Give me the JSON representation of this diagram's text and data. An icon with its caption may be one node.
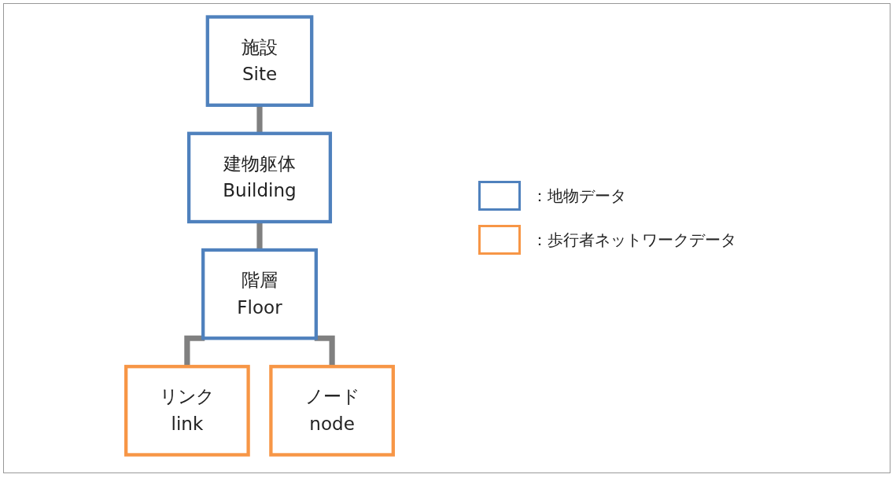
{
  "diagram": {
    "nodes": [
      {
        "text": [
          "施設",
          "Site"
        ]
      },
      {
        "text": [
          "建物躯体",
          "Building"
        ]
      },
      {
        "text": [
          "階層",
          "Floor"
        ]
      },
      {
        "text": [
          "リンク",
          "link"
        ]
      },
      {
        "text": [
          "ノード",
          "node"
        ]
      }
    ],
    "edges": [
      {
        "from": 0,
        "to": 1,
        "arrow": "none"
      },
      {
        "from": 1,
        "to": 2,
        "arrow": "none"
      },
      {
        "from": 2,
        "to": 3,
        "arrow": "none"
      },
      {
        "from": 2,
        "to": 4,
        "arrow": "none"
      }
    ],
    "legend": [
      {
        "text": "：地物データ",
        "color": "#4f81bd"
      },
      {
        "text": "：歩行者ネットワークデータ",
        "color": "#f79646"
      }
    ]
  }
}
